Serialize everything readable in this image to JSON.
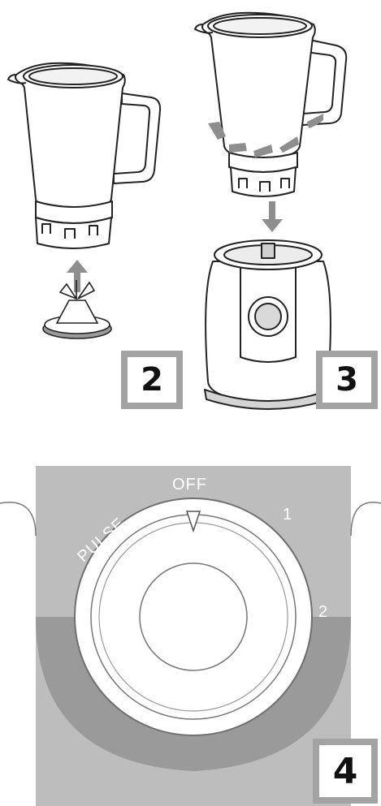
{
  "steps": [
    {
      "number": "2"
    },
    {
      "number": "3"
    },
    {
      "number": "4"
    }
  ],
  "dial": {
    "labels": {
      "pulse": "PULSE",
      "off": "OFF",
      "speed1": "1",
      "speed2": "2"
    }
  },
  "colors": {
    "outline": "#222222",
    "arrow": "#8e8e8e",
    "step_border": "#a3a3a3",
    "panel": "#bdbdbd",
    "panel_dark": "#9a9a9a",
    "dial_label": "#ffffff"
  }
}
